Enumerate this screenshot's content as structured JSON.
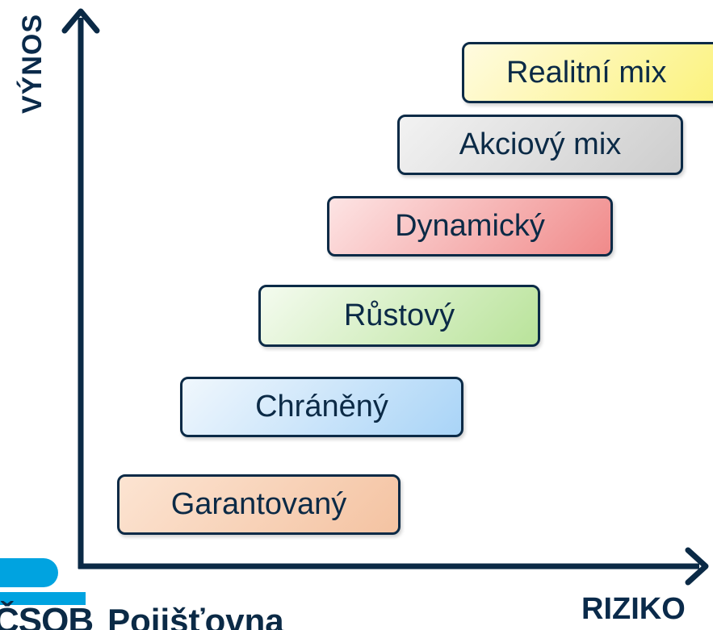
{
  "axes": {
    "y_label": "VÝNOS",
    "x_label": "RIZIKO"
  },
  "levels": [
    {
      "label": "Garantovaný",
      "color": "#f4c3a2"
    },
    {
      "label": "Chráněný",
      "color": "#a9d4f7"
    },
    {
      "label": "Růstový",
      "color": "#b9e39a"
    },
    {
      "label": "Dynamický",
      "color": "#f08a8a"
    },
    {
      "label": "Akciový mix",
      "color": "#cdcdcd"
    },
    {
      "label": "Realitní mix",
      "color": "#fbf27a"
    }
  ],
  "logo": {
    "brand": "ČSOB",
    "name": "Pojišťovna",
    "brand_color": "#00a3e0"
  },
  "colors": {
    "axis": "#0b2a46",
    "text": "#0b2a46"
  }
}
